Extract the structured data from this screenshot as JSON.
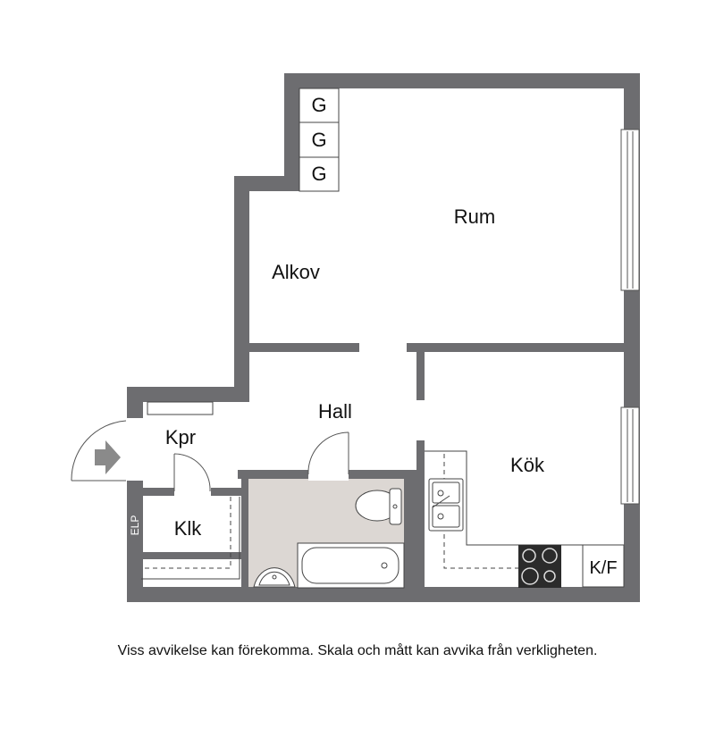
{
  "rooms": {
    "rum": "Rum",
    "alkov": "Alkov",
    "hall": "Hall",
    "kpr": "Kpr",
    "kok": "Kök",
    "klk": "Klk"
  },
  "fixtures": {
    "wardrobe_1": "G",
    "wardrobe_2": "G",
    "wardrobe_3": "G",
    "elp": "ELP",
    "fridge_freezer": "K/F"
  },
  "disclaimer": "Viss avvikelse kan förekomma. Skala och mått kan avvika från verkligheten.",
  "colors": {
    "wall": "#6d6d70",
    "bathroom_floor": "#dcd7d3",
    "stove": "#2b2b2b",
    "entry_arrow": "#8a8a8a"
  }
}
